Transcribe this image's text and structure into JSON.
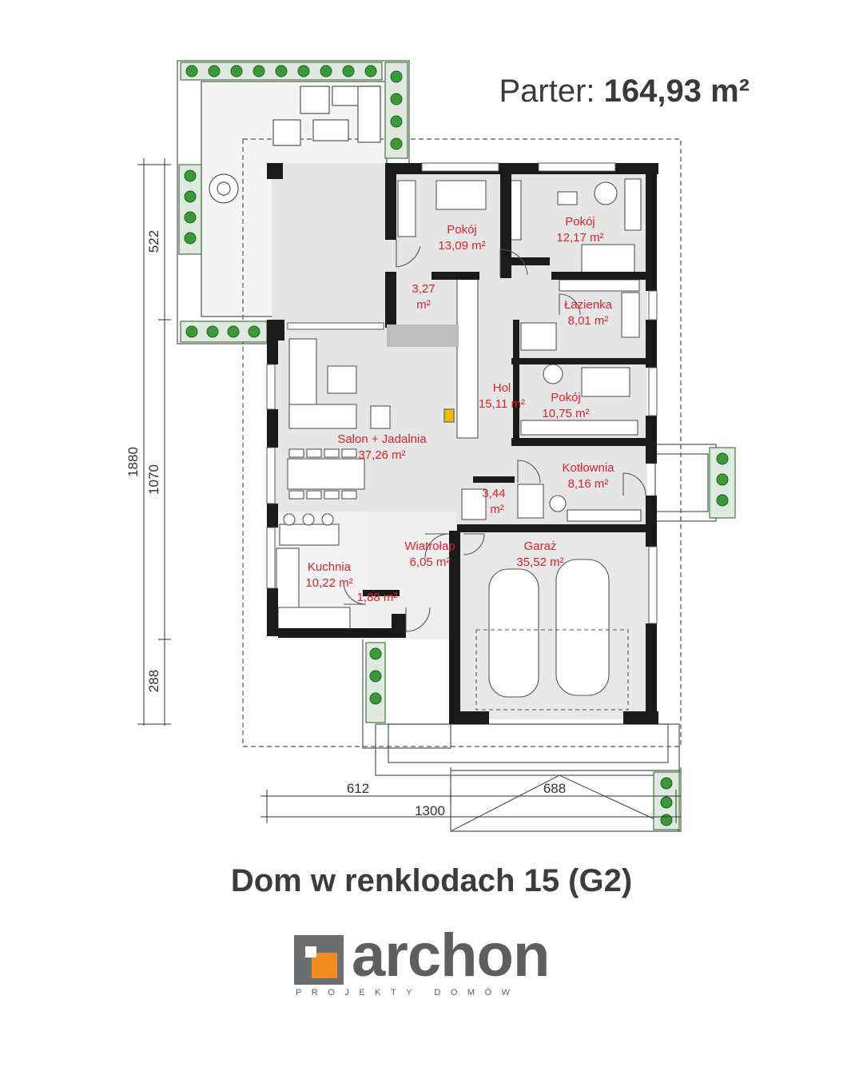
{
  "header": {
    "area_label": "Parter:",
    "area_value": "164,93 m²"
  },
  "rooms": [
    {
      "id": "pokoj1",
      "name": "Pokój",
      "area": "13,09 m²"
    },
    {
      "id": "pokoj2",
      "name": "Pokój",
      "area": "12,17 m²"
    },
    {
      "id": "garderoba",
      "name": "3,27",
      "area": "m²"
    },
    {
      "id": "lazienka",
      "name": "Łazienka",
      "area": "8,01 m²"
    },
    {
      "id": "hol",
      "name": "Hol",
      "area": "15,11 m²"
    },
    {
      "id": "pokoj3",
      "name": "Pokój",
      "area": "10,75 m²"
    },
    {
      "id": "salon",
      "name": "Salon + Jadalnia",
      "area": "37,26 m²"
    },
    {
      "id": "kotlownia",
      "name": "Kotłownia",
      "area": "8,16 m²"
    },
    {
      "id": "wc",
      "name": "3,44",
      "area": "m²"
    },
    {
      "id": "wiatrolap",
      "name": "Wiatrołap",
      "area": "6,05 m²"
    },
    {
      "id": "garaz",
      "name": "Garaż",
      "area": "35,52 m²"
    },
    {
      "id": "kuchnia",
      "name": "Kuchnia",
      "area": "10,22 m²"
    },
    {
      "id": "spizarnia",
      "name": "1,88 m²",
      "area": ""
    }
  ],
  "dimensions": {
    "total_height": "1880",
    "upper": "522",
    "middle": "1070",
    "lower": "288",
    "bottom_left": "612",
    "bottom_right": "688",
    "total_width": "1300"
  },
  "title": "Dom w renklodach 15 (G2)",
  "logo": {
    "word": "archon",
    "tagline": "PROJEKTY DOMÓW"
  },
  "colors": {
    "wall": "#1a1a1a",
    "floor": "#e6e6e6",
    "room_label": "#e0232a",
    "dim_line": "#333333",
    "plant": "#3a9a3a",
    "logo_orange": "#f28c1e",
    "logo_gray": "#6d6e70"
  }
}
